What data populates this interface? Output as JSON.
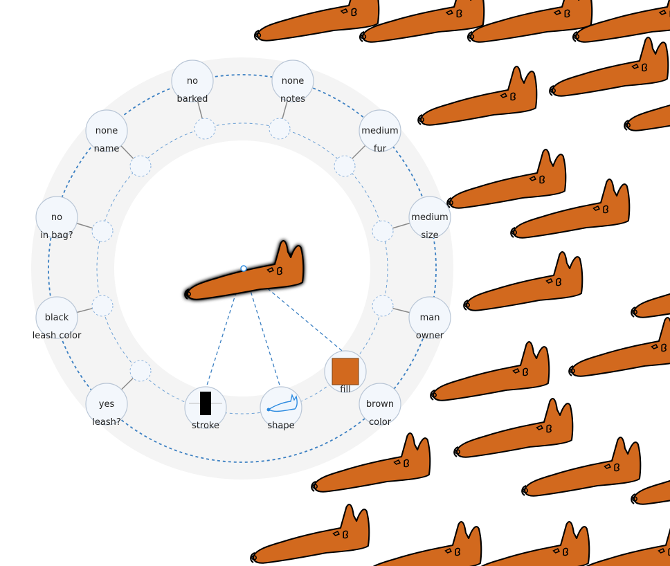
{
  "colors": {
    "dog_fill": "#d2691e",
    "dog_stroke": "#000000",
    "ring_fill": "#f4f4f4",
    "ring_dash": "#3a7fc2",
    "node_fill": "#f3f7fc",
    "node_stroke": "#b9c6d6",
    "connector": "#888888",
    "selected_shape_accent": "#2b8ae0"
  },
  "attributes": [
    {
      "id": "barked",
      "value": "no",
      "label": "barked"
    },
    {
      "id": "notes",
      "value": "none",
      "label": "notes"
    },
    {
      "id": "fur",
      "value": "medium",
      "label": "fur"
    },
    {
      "id": "size",
      "value": "medium",
      "label": "size"
    },
    {
      "id": "owner",
      "value": "man",
      "label": "owner"
    },
    {
      "id": "color",
      "value": "brown",
      "label": "color"
    },
    {
      "id": "leash",
      "value": "yes",
      "label": "leash?"
    },
    {
      "id": "leash_color",
      "value": "black",
      "label": "leash color"
    },
    {
      "id": "in_bag",
      "value": "no",
      "label": "in bag?"
    },
    {
      "id": "name",
      "value": "none",
      "label": "name"
    }
  ],
  "encodings": [
    {
      "id": "stroke",
      "label": "stroke",
      "icon": "stroke-swatch-icon"
    },
    {
      "id": "shape",
      "label": "shape",
      "icon": "dog-shape-icon"
    },
    {
      "id": "fill",
      "label": "fill",
      "icon": "fill-swatch-icon"
    }
  ],
  "selected_glyph": {
    "icon": "dog-glyph-icon"
  }
}
